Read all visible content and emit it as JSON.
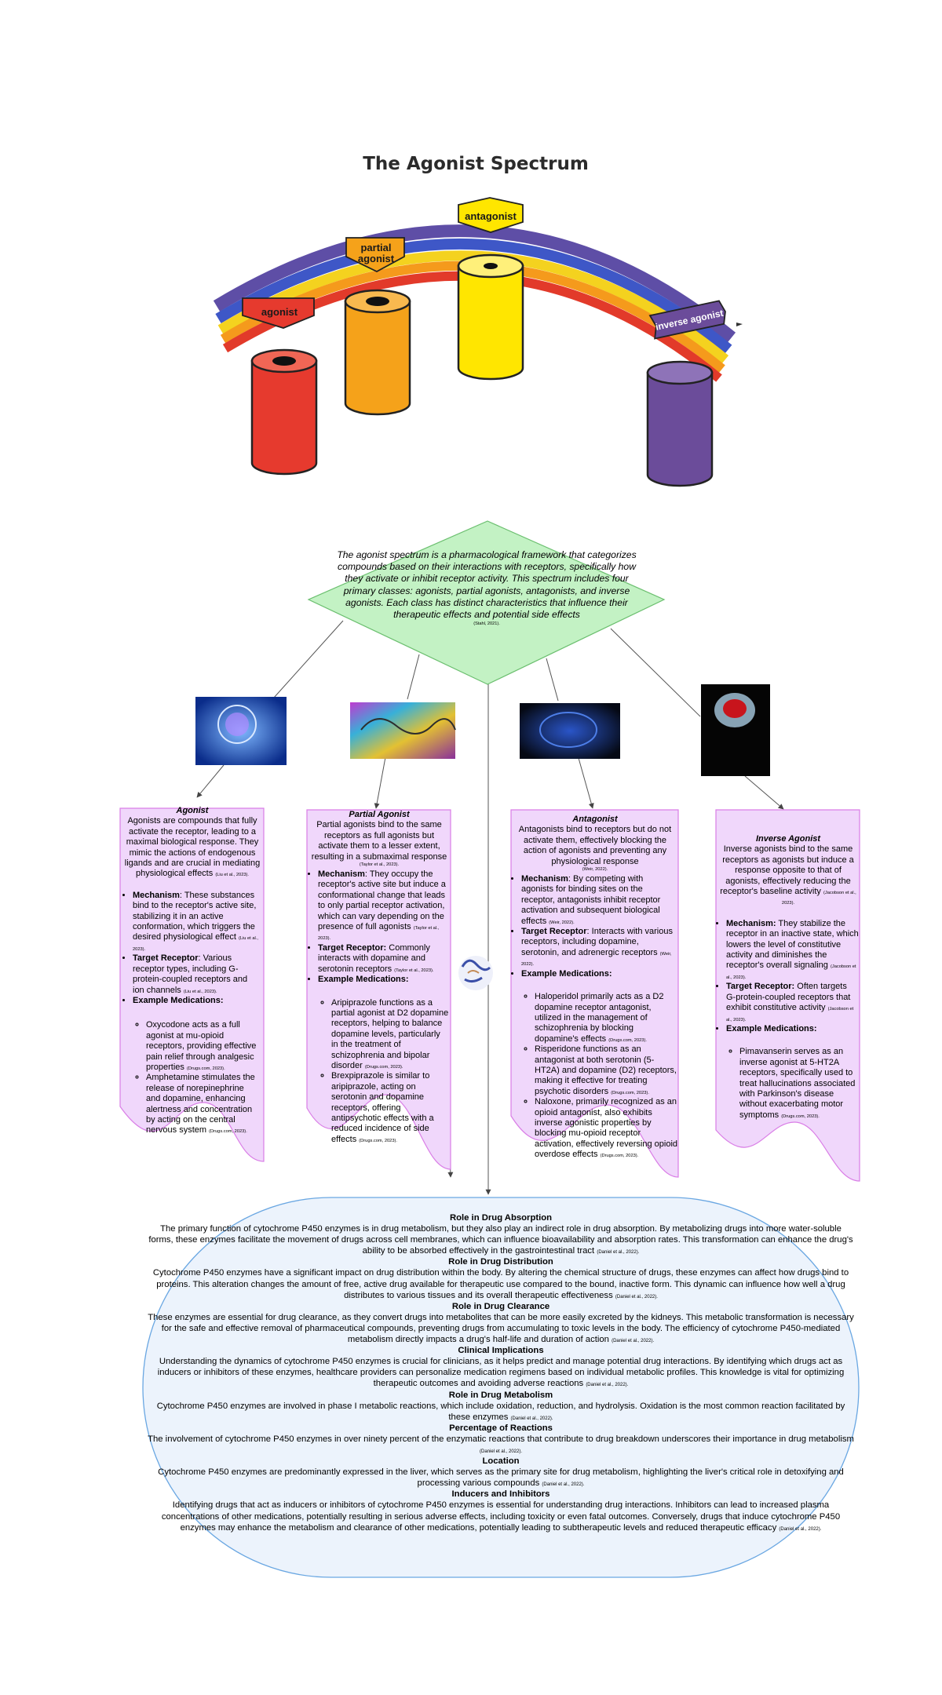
{
  "title": "The Agonist Spectrum",
  "illustration": {
    "agonist_label": "agonist",
    "partial_label": [
      "partial",
      "agonist"
    ],
    "antagonist_label": "antagonist",
    "inverse_label": "inverse agonist",
    "colors": {
      "agonist": "#e63a2e",
      "partial": "#f5a21a",
      "antagonist": "#ffe600",
      "inverse": "#6b4c9a",
      "diamond_fill": "#c3f2c4",
      "card_fill": "#f0d7fb",
      "oval_fill": "#ecf3fc"
    }
  },
  "diamond": {
    "text": "The agonist spectrum is a pharmacological framework that categorizes compounds based on their interactions with receptors, specifically how they activate or inhibit receptor activity. This spectrum includes four primary classes: agonists, partial agonists, antagonists, and inverse agonists. Each class has distinct characteristics that influence their therapeutic effects and potential side effects",
    "cite": "(Stahl, 2021)."
  },
  "images": [
    "brain-head-blue-icon",
    "colorful-brain-icon",
    "dark-brain-icon",
    "red-brain-profile-icon",
    "protein-structure-icon"
  ],
  "cards": {
    "agonist": {
      "title": "Agonist",
      "desc": "Agonists are compounds that fully activate the receptor, leading to a maximal biological response. They mimic the actions of endogenous ligands and are crucial in mediating physiological effects",
      "desc_cite": "(Liu et al., 2023).",
      "mech_label": "Mechanism",
      "mech": ": These substances bind to the receptor's active site, stabilizing it in an active conformation, which triggers the desired physiological effect",
      "mech_cite": "(Liu et al., 2023).",
      "target_label": "Target Receptor",
      "target": ": Various receptor types, including G-protein-coupled receptors and ion channels",
      "target_cite": "(Liu et al., 2023).",
      "meds_label": "Example Medications:",
      "meds": [
        {
          "text": "Oxycodone acts as a full agonist at mu-opioid receptors, providing effective pain relief through analgesic properties",
          "cite": "(Drugs.com, 2023)."
        },
        {
          "text": "Amphetamine stimulates the release of norepinephrine and dopamine, enhancing alertness and concentration by acting on the central nervous system",
          "cite": "(Drugs.com, 2023)."
        }
      ]
    },
    "partial": {
      "title": "Partial Agonist",
      "desc": "Partial agonists bind to the same receptors as full agonists but activate them to a lesser extent, resulting in a submaximal response",
      "desc_cite": "(Taylor et al., 2023).",
      "mech_label": "Mechanism",
      "mech": ": They occupy the receptor's active site but induce a conformational change that leads to only partial receptor activation, which can vary depending on the presence of full agonists",
      "mech_cite": "(Taylor et al., 2023).",
      "target_label": "Target Receptor:",
      "target": " Commonly interacts with dopamine and serotonin receptors",
      "target_cite": "(Taylor et al., 2023).",
      "meds_label": "Example Medications:",
      "meds": [
        {
          "text": "Aripiprazole functions as a partial agonist at D2 dopamine receptors, helping to balance dopamine levels, particularly in the treatment of schizophrenia and bipolar disorder",
          "cite": "(Drugs.com, 2023)."
        },
        {
          "text": "Brexpiprazole is similar to aripiprazole, acting on serotonin and dopamine receptors, offering antipsychotic effects with a reduced incidence of side effects",
          "cite": "(Drugs.com, 2023)."
        }
      ]
    },
    "antagonist": {
      "title": "Antagonist",
      "desc": "Antagonists bind to receptors but do not activate them, effectively blocking the action of agonists and preventing any physiological response",
      "desc_cite": "(Weir, 2022).",
      "mech_label": "Mechanism",
      "mech": ": By competing with agonists for binding sites on the receptor, antagonists inhibit receptor activation and subsequent biological effects",
      "mech_cite": "(Weir, 2022).",
      "target_label": "Target Receptor",
      "target": ": Interacts with various receptors, including dopamine, serotonin, and adrenergic receptors",
      "target_cite": "(Weir, 2022).",
      "meds_label": "Example Medications:",
      "meds": [
        {
          "text": "Haloperidol primarily acts as a D2 dopamine receptor antagonist, utilized in the management of schizophrenia by blocking dopamine's effects",
          "cite": "(Drugs.com, 2023)."
        },
        {
          "text": "Risperidone functions as an antagonist at both serotonin (5-HT2A) and dopamine (D2) receptors, making it effective for treating psychotic disorders",
          "cite": "(Drugs.com, 2023)."
        },
        {
          "text": "Naloxone, primarily recognized as an opioid antagonist, also exhibits inverse agonistic properties by blocking mu-opioid receptor activation, effectively reversing opioid overdose effects",
          "cite": "(Drugs.com, 2023)."
        }
      ]
    },
    "inverse": {
      "title": "Inverse Agonist",
      "desc": "Inverse agonists bind to the same receptors as agonists but induce a response opposite to that of agonists, effectively reducing the receptor's baseline activity",
      "desc_cite": "(Jacobson et al., 2023).",
      "mech_label": "Mechanism:",
      "mech": " They stabilize the receptor in an inactive state, which lowers the level of constitutive activity and diminishes the receptor's overall signaling",
      "mech_cite": "(Jacobson et al., 2023).",
      "target_label": "Target Receptor:",
      "target": " Often targets G-protein-coupled receptors that exhibit constitutive activity",
      "target_cite": "(Jacobson et al., 2023).",
      "meds_label": "Example Medications:",
      "meds": [
        {
          "text": "Pimavanserin serves as an inverse agonist at 5-HT2A receptors, specifically used to treat hallucinations associated with Parkinson's disease without exacerbating motor symptoms",
          "cite": "(Drugs.com, 2023)."
        }
      ]
    }
  },
  "oval": {
    "sections": [
      {
        "heading": "Role in Drug Absorption",
        "text": "The primary function of cytochrome P450 enzymes is in drug metabolism, but they also play an indirect role in drug absorption. By metabolizing drugs into more water-soluble forms, these enzymes facilitate the movement of drugs across cell membranes, which can influence bioavailability and absorption rates. This transformation can enhance the drug's ability to be absorbed effectively in the gastrointestinal tract",
        "cite": "(Daniel et al., 2022)."
      },
      {
        "heading": "Role in Drug Distribution",
        "text": "Cytochrome P450 enzymes have a significant impact on drug distribution within the body. By altering the chemical structure of drugs, these enzymes can affect how drugs bind to proteins. This alteration changes the amount of free, active drug available for therapeutic use compared to the bound, inactive form. This dynamic can influence how well a drug distributes to various tissues and its overall therapeutic effectiveness",
        "cite": "(Daniel et al., 2022)."
      },
      {
        "heading": "Role in Drug Clearance",
        "text": "These enzymes are essential for drug clearance, as they convert drugs into metabolites that can be more easily excreted by the kidneys. This metabolic transformation is necessary for the safe and effective removal of pharmaceutical compounds, preventing drugs from accumulating to toxic levels in the body. The efficiency of cytochrome P450-mediated metabolism directly impacts a drug's half-life and duration of action",
        "cite": "(Daniel et al., 2022)."
      },
      {
        "heading": "Clinical Implications",
        "text": "Understanding the dynamics of cytochrome P450 enzymes is crucial for clinicians, as it helps predict and manage potential drug interactions. By identifying which drugs act as inducers or inhibitors of these enzymes, healthcare providers can personalize medication regimens based on individual metabolic profiles. This knowledge is vital for optimizing therapeutic outcomes and avoiding adverse reactions",
        "cite": "(Daniel et al., 2022)."
      },
      {
        "heading": "Role in Drug Metabolism",
        "text": "Cytochrome P450 enzymes are involved in phase I metabolic reactions, which include oxidation, reduction, and hydrolysis. Oxidation is the most common reaction facilitated by these enzymes",
        "cite": "(Daniel et al., 2022)."
      },
      {
        "heading": "Percentage of Reactions",
        "text": "The involvement of cytochrome P450 enzymes in over ninety percent of the enzymatic reactions that contribute to drug breakdown underscores their importance in drug metabolism",
        "cite": "(Daniel et al., 2022)."
      },
      {
        "heading": "Location",
        "text": "Cytochrome P450 enzymes are predominantly expressed in the liver, which serves as the primary site for drug metabolism, highlighting the liver's critical role in detoxifying and processing various compounds",
        "cite": "(Daniel et al., 2022)."
      },
      {
        "heading": "Inducers and Inhibitors",
        "text": "Identifying drugs that act as inducers or inhibitors of cytochrome P450 enzymes is essential for understanding drug interactions. Inhibitors can lead to increased plasma concentrations of other medications, potentially resulting in serious adverse effects, including toxicity or even fatal outcomes. Conversely, drugs that induce cytochrome P450 enzymes may enhance the metabolism and clearance of other medications, potentially leading to subtherapeutic levels and reduced therapeutic efficacy",
        "cite": "(Daniel et al., 2022)."
      }
    ]
  }
}
